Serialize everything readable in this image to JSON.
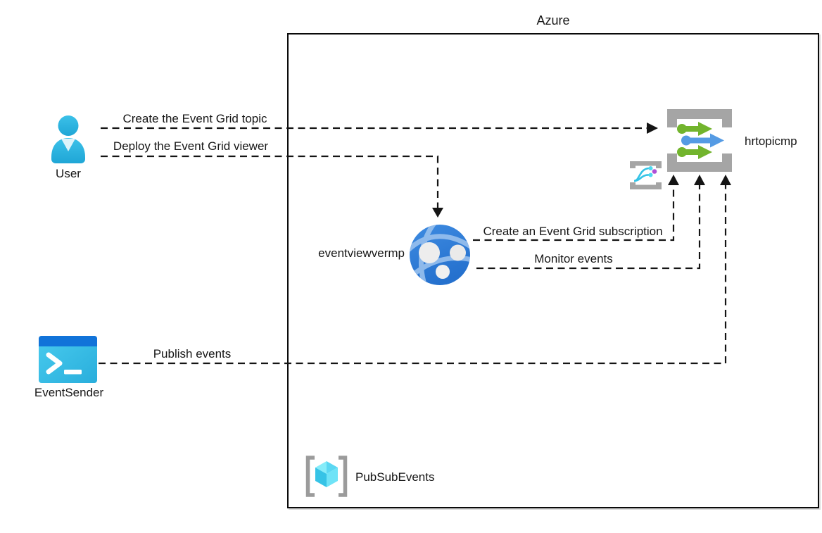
{
  "boundary": {
    "label": "Azure"
  },
  "nodes": {
    "user": {
      "label": "User",
      "icon": "person-icon"
    },
    "event_sender": {
      "label": "EventSender",
      "icon": "terminal-icon"
    },
    "event_viewer": {
      "label": "eventviewvermp",
      "icon": "web-app-globe-icon"
    },
    "topic": {
      "label": "hrtopicmp",
      "icon": "event-grid-topic-icon"
    },
    "subscription": {
      "icon": "event-grid-subscription-icon"
    },
    "resource_group": {
      "label": "PubSubEvents",
      "icon": "resource-group-icon"
    }
  },
  "flows": {
    "create_topic": {
      "label": "Create the Event Grid topic",
      "from": "user",
      "to": "topic",
      "style": "dashed-arrow"
    },
    "deploy_viewer": {
      "label": "Deploy the Event Grid viewer",
      "from": "user",
      "to": "event_viewer",
      "style": "dashed-arrow"
    },
    "create_subscription": {
      "label": "Create an Event Grid subscription",
      "from": "event_viewer",
      "to": "topic",
      "style": "dashed-arrow"
    },
    "monitor_events": {
      "label": "Monitor events",
      "from": "event_viewer",
      "to": "topic",
      "style": "dashed-arrow"
    },
    "publish_events": {
      "label": "Publish events",
      "from": "event_sender",
      "to": "topic",
      "style": "dashed-arrow"
    }
  },
  "colors": {
    "connector": "#141414",
    "text": "#161616",
    "boundary_border": "#0a0a0a",
    "user_cyan": "#2FB6E2",
    "user_collar": "#DEF3FA",
    "terminal_bar_blue": "#1173D9",
    "terminal_body_cyan": "#3BC1E7",
    "globe_blue": "#2F7CD7",
    "globe_arc": "#9FC5EF",
    "topic_arrow_green": "#72B42D",
    "topic_arrow_blue": "#559BE4",
    "bracket_gray": "#A5A5A5",
    "cube_cyan": "#5BD7F2",
    "subscription_branch_cyan": "#35C3E6",
    "subscription_dot_purple": "#AE4FD6"
  }
}
